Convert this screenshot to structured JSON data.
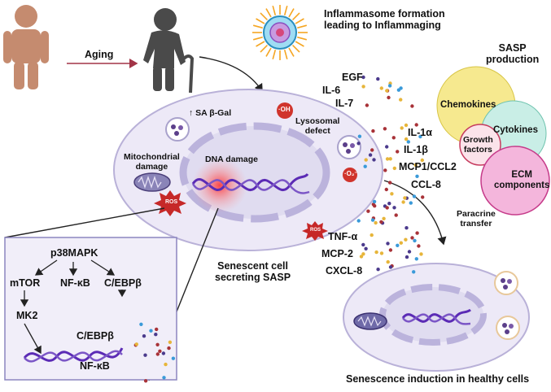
{
  "labels": {
    "aging": "Aging",
    "inflammasome": "Inflammasome formation\nleading to Inflammaging",
    "sasp_production": "SASP\nproduction",
    "sa_bgal": "↑ SA β-Gal",
    "oh": "·OH",
    "o2": "·O₂⁻",
    "lysosomal_defect": "Lysosomal\ndefect",
    "mito_damage": "Mitochondrial\ndamage",
    "dna_damage": "DNA damage",
    "ros": "ROS",
    "senescent_cell": "Senescent cell\nsecreting SASP",
    "paracrine": "Paracrine\ntransfer",
    "senescence_induction": "Senescence induction in healthy cells"
  },
  "cytokines": [
    "EGF",
    "IL-6",
    "IL-7",
    "IL-1α",
    "IL-1β",
    "MCP1/CCL2",
    "CCL-8",
    "TNF-α",
    "MCP-2",
    "CXCL-8"
  ],
  "sasp_circles": [
    {
      "label": "Chemokines",
      "color": "#f6e98f"
    },
    {
      "label": "Cytokines",
      "color": "#c9eee6"
    },
    {
      "label": "Growth\nfactors",
      "color": "#fbe3ea"
    },
    {
      "label": "ECM\ncomponents",
      "color": "#f4b6dc"
    }
  ],
  "pathway": {
    "p38": "p38MAPK",
    "mtor": "mTOR",
    "nfkb": "NF-κB",
    "cebpb": "C/EBPβ",
    "mk2": "MK2",
    "cebpb_dna": "C/EBPβ",
    "nfkb_dna": "NF-κB"
  },
  "colors": {
    "cell_fill": "#ede9f7",
    "cell_stroke": "#b9b1d8",
    "nucleus_fill": "#e0dcf0",
    "dna": "#5b2bb5",
    "ros": "#c62828",
    "arrow": "#a23447",
    "pathway_box": "#f1eef9"
  }
}
